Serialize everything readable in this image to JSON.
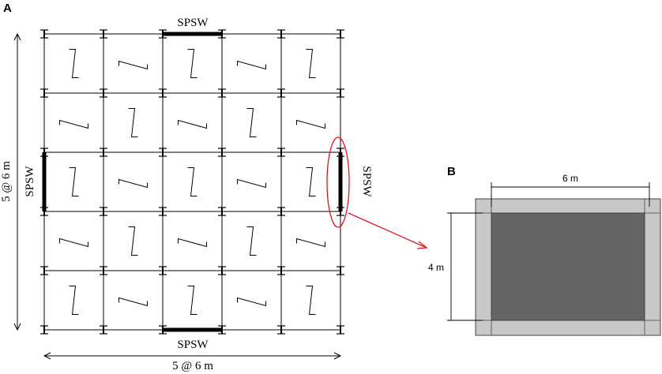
{
  "panel_a": {
    "letter": "A",
    "label_top": "SPSW",
    "label_bottom": "SPSW",
    "label_left": "SPSW",
    "label_right": "SPSW",
    "dim_horizontal": "5 @ 6 m",
    "dim_vertical": "5 @ 6 m",
    "bays": 5,
    "highlight_color": "#e0141c"
  },
  "panel_b": {
    "letter": "B",
    "dim_width": "6 m",
    "dim_height": "4 m",
    "infill_color": "#646464",
    "frame_color": "#c8c8c8"
  }
}
